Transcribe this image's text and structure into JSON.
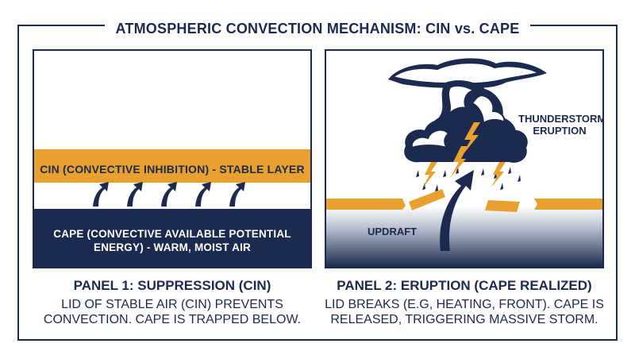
{
  "title": "ATMOSPHERIC CONVECTION MECHANISM: CIN vs. CAPE",
  "colors": {
    "navy": "#1b2a4e",
    "amber": "#e8a02f",
    "white": "#ffffff"
  },
  "panel1": {
    "cin_label": "CIN (CONVECTIVE INHIBITION) - STABLE LAYER",
    "cape_label": "CAPE (CONVECTIVE AVAILABLE POTENTIAL\nENERGY) - WARM, MOIST AIR",
    "arrows_icon": "up-arrow-icon",
    "heading": "PANEL 1: SUPPRESSION (CIN)",
    "description": "LID OF STABLE AIR (CIN) PREVENTS\nCONVECTION. CAPE IS TRAPPED BELOW."
  },
  "panel2": {
    "storm_label": "THUNDERSTORM\nERUPTION",
    "updraft_label": "UPDRAFT",
    "cloud_icon": "storm-cloud-icon",
    "lightning_icon": "lightning-bolt-icon",
    "heading": "PANEL 2: ERUPTION (CAPE REALIZED)",
    "description": "LID BREAKS (E.G, HEATING, FRONT). CAPE IS\nRELEASED, TRIGGERING MASSIVE STORM."
  }
}
